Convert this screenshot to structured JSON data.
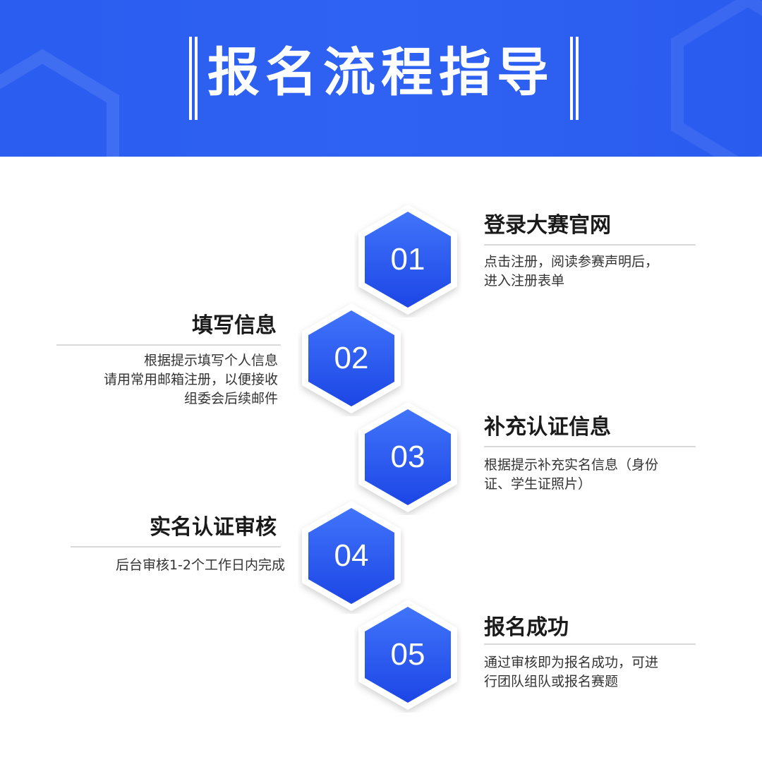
{
  "header": {
    "title": "报名流程指导",
    "background_color": "#2f62f2"
  },
  "steps": [
    {
      "number": "01",
      "title": "登录大赛官网",
      "description": [
        "点击注册，阅读参赛声明后，",
        "进入注册表单"
      ],
      "side": "right"
    },
    {
      "number": "02",
      "title": "填写信息",
      "description": [
        "根据提示填写个人信息",
        "请用常用邮箱注册，以便接收",
        "组委会后续邮件"
      ],
      "side": "left"
    },
    {
      "number": "03",
      "title": "补充认证信息",
      "description": [
        "根据提示补充实名信息（身份",
        "证、学生证照片）"
      ],
      "side": "right"
    },
    {
      "number": "04",
      "title": "实名认证审核",
      "description": [
        "后台审核1-2个工作日内完成"
      ],
      "side": "left"
    },
    {
      "number": "05",
      "title": "报名成功",
      "description": [
        "通过审核即为报名成功，可进",
        "行团队组队或报名赛题"
      ],
      "side": "right"
    }
  ],
  "colors": {
    "hex_fill_top": "#3f70fb",
    "hex_fill_bottom": "#1d47e6",
    "title_text": "#1a1a1a",
    "body_text": "#333333"
  }
}
